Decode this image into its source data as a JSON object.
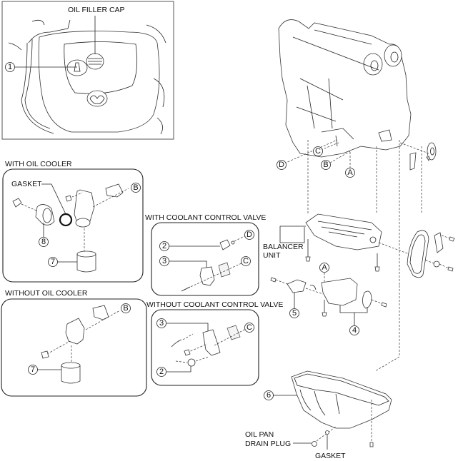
{
  "diagram": {
    "title": "Engine oil system exploded view",
    "top_panel": {
      "label_oil_filler_cap": "OIL FILLER CAP",
      "callout_1": "1"
    },
    "with_oil_cooler": {
      "heading": "WITH OIL COOLER",
      "gasket_label": "GASKET",
      "callout_8": "8",
      "callout_7": "7",
      "ref_b": "B"
    },
    "with_coolant_control_valve": {
      "heading": "WITH COOLANT CONTROL VALVE",
      "callout_2": "2",
      "callout_3": "3",
      "ref_d": "D",
      "ref_c": "C"
    },
    "without_oil_cooler": {
      "heading": "WITHOUT OIL COOLER",
      "callout_7": "7",
      "ref_b": "B"
    },
    "without_coolant_control_valve": {
      "heading": "WITHOUT COOLANT CONTROL VALVE",
      "callout_3": "3",
      "callout_2": "2",
      "ref_c": "C"
    },
    "main": {
      "ref_d": "D",
      "ref_c": "C",
      "ref_b": "B",
      "ref_a": "A",
      "ref_a2": "A",
      "balancer_unit_line1": "BALANCER",
      "balancer_unit_line2": "UNIT",
      "callout_5": "5",
      "callout_4": "4",
      "callout_6": "6",
      "oil_pan_drain_plug_line1": "OIL PAN",
      "oil_pan_drain_plug_line2": "DRAIN PLUG",
      "gasket_label": "GASKET"
    }
  }
}
